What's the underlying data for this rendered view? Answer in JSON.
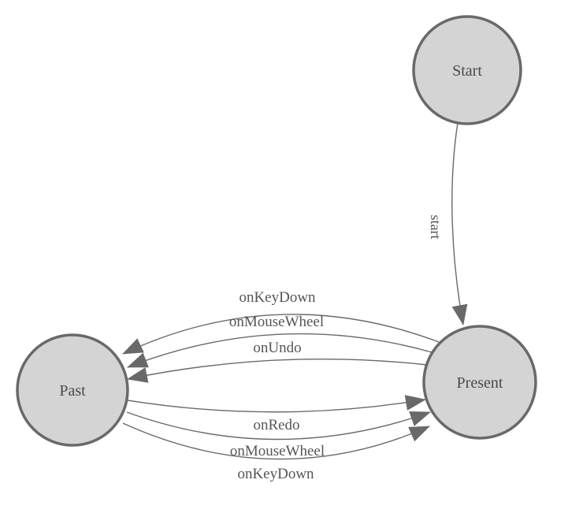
{
  "diagram": {
    "type": "state-machine",
    "colors": {
      "background": "#ffffff",
      "node_fill": "#d4d4d4",
      "node_stroke": "#696969",
      "edge_stroke": "#696969",
      "arrow_fill": "#696969",
      "node_text": "#4a4a4a",
      "edge_text": "#555555"
    },
    "nodes": [
      {
        "id": "start",
        "label": "Start"
      },
      {
        "id": "past",
        "label": "Past"
      },
      {
        "id": "present",
        "label": "Present"
      }
    ],
    "edges": [
      {
        "from": "Start",
        "to": "Present",
        "label": "start"
      },
      {
        "from": "Present",
        "to": "Past",
        "label": "onKeyDown"
      },
      {
        "from": "Present",
        "to": "Past",
        "label": "onMouseWheel"
      },
      {
        "from": "Present",
        "to": "Past",
        "label": "onUndo"
      },
      {
        "from": "Past",
        "to": "Present",
        "label": "onRedo"
      },
      {
        "from": "Past",
        "to": "Present",
        "label": "onMouseWheel"
      },
      {
        "from": "Past",
        "to": "Present",
        "label": "onKeyDown"
      }
    ]
  }
}
